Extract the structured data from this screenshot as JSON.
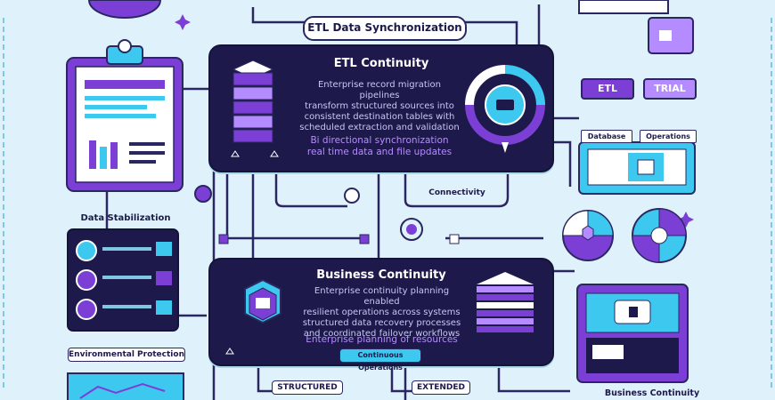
{
  "header": {
    "title": "ETL Data Synchronization"
  },
  "etl_panel": {
    "title": "ETL Continuity",
    "body": "Enterprise record migration pipelines\ntransform structured sources into\nconsistent destination tables with\nscheduled extraction and validation",
    "accent": "Bi directional synchronization\nreal time data and file updates"
  },
  "business_panel": {
    "title": "Business Continuity",
    "body": "Enterprise continuity planning enabled\nresilient operations across systems\nstructured data recovery processes\nand coordinated failover workflows",
    "accent": "Enterprise planning of resources",
    "button": "Continuous Operations"
  },
  "labels": {
    "left_mid": "Data Stabilization",
    "left_low": "Environmental Protection",
    "center_mid": "Connectivity",
    "bottom_left": "STRUCTURED",
    "bottom_mid": "EXTENDED",
    "bottom_right": "Business Continuity"
  },
  "tags": {
    "etl": "ETL",
    "trial": "TRIAL"
  },
  "right_chips": {
    "left": "Database",
    "right": "Operations"
  },
  "colors": {
    "background": "#dff2fb",
    "panel": "#1d1a4b",
    "accent_purple": "#7b3fd6",
    "accent_cyan": "#3cc8ef",
    "line": "#2a2760"
  }
}
